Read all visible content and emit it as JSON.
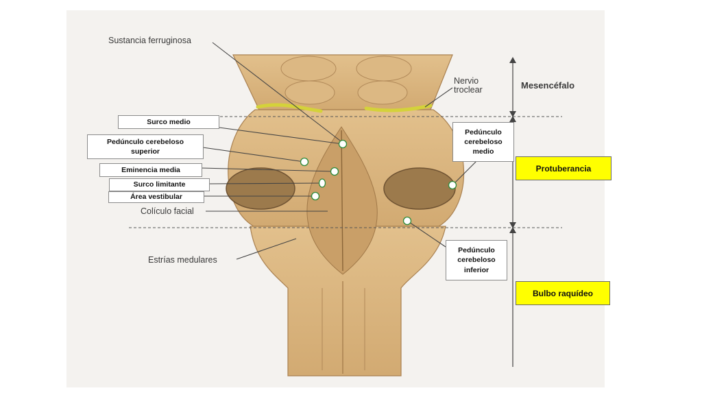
{
  "labels": {
    "sustancia": "Sustancia ferruginosa",
    "nervio": "Nervio\ntroclear",
    "mesencefalo": "Mesencéfalo",
    "coliculo": "Colículo facial",
    "estrias": "Estrías medulares"
  },
  "boxes": {
    "surco_medio": "Surco medio",
    "pedunculo_superior": "Pedúnculo cerebeloso\nsuperior",
    "eminencia": "Eminencia media",
    "surco_limitante": "Surco limitante",
    "area_vestibular": "Área vestibular",
    "pedunculo_medio": "Pedúnculo\ncerebeloso\nmedio",
    "pedunculo_inferior": "Pedúnculo\ncerebeloso\ninferior"
  },
  "regions": {
    "protuberancia": "Protuberancia",
    "bulbo": "Bulbo raquídeo"
  },
  "colors": {
    "tissue": "#d9b47e",
    "tissue_dark": "#b98e55",
    "cut_surface": "#9c7a4c",
    "nerve": "#d4d23a",
    "region_box": "#ffff00"
  }
}
